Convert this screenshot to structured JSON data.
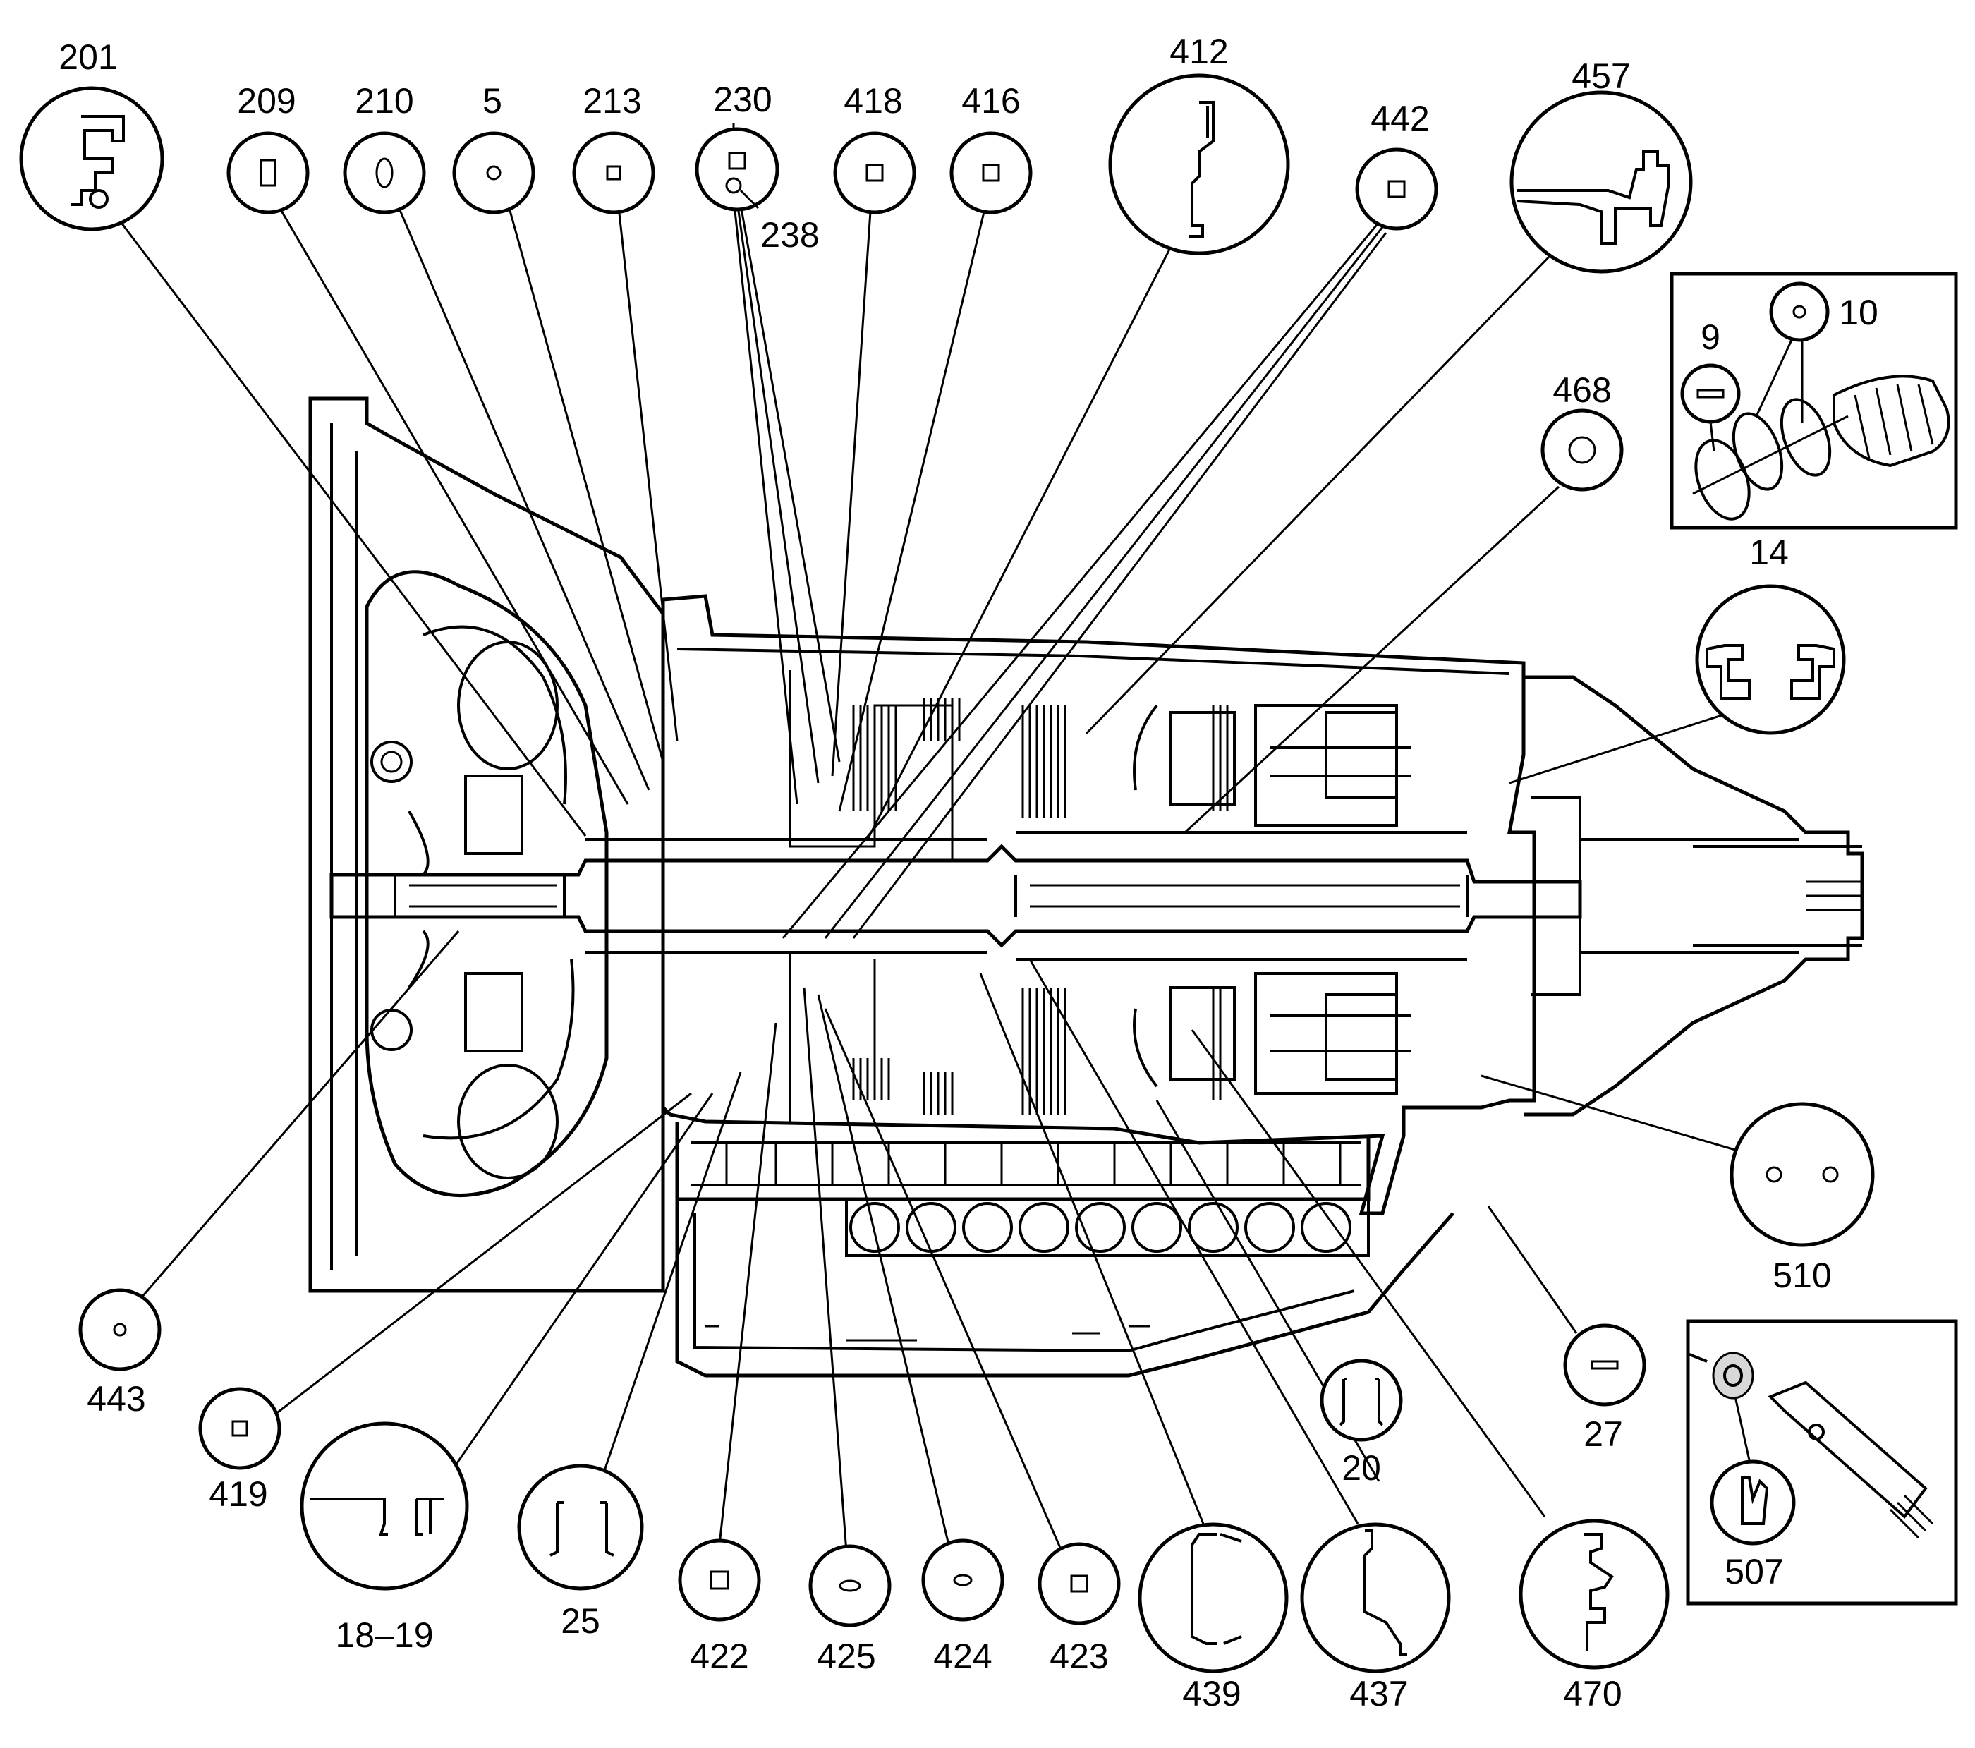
{
  "diagram": {
    "callouts": [
      {
        "id": "c201",
        "label": "201",
        "symbol": "seal-profile"
      },
      {
        "id": "c209",
        "label": "209",
        "symbol": "square"
      },
      {
        "id": "c210",
        "label": "210",
        "symbol": "ellipse"
      },
      {
        "id": "c5",
        "label": "5",
        "symbol": "dot"
      },
      {
        "id": "c213",
        "label": "213",
        "symbol": "square"
      },
      {
        "id": "c230",
        "label": "230",
        "symbol": "square"
      },
      {
        "id": "c238",
        "label": "238",
        "symbol": "dot"
      },
      {
        "id": "c418",
        "label": "418",
        "symbol": "square"
      },
      {
        "id": "c416",
        "label": "416",
        "symbol": "square"
      },
      {
        "id": "c412",
        "label": "412",
        "symbol": "plate-profile"
      },
      {
        "id": "c442",
        "label": "442",
        "symbol": "square"
      },
      {
        "id": "c457",
        "label": "457",
        "symbol": "piston-profile"
      },
      {
        "id": "c468",
        "label": "468",
        "symbol": "washer"
      },
      {
        "id": "c9",
        "label": "9",
        "symbol": "dash"
      },
      {
        "id": "c10",
        "label": "10",
        "symbol": "dot"
      },
      {
        "id": "c14",
        "label": "14",
        "symbol": "seal-pair"
      },
      {
        "id": "c510",
        "label": "510",
        "symbol": "two-dots"
      },
      {
        "id": "c27",
        "label": "27",
        "symbol": "dash"
      },
      {
        "id": "c507",
        "label": "507",
        "symbol": "clip"
      },
      {
        "id": "c443",
        "label": "443",
        "symbol": "dot"
      },
      {
        "id": "c419",
        "label": "419",
        "symbol": "square"
      },
      {
        "id": "c18",
        "label": "18–19",
        "symbol": "seal-pair"
      },
      {
        "id": "c25",
        "label": "25",
        "symbol": "bracket"
      },
      {
        "id": "c422",
        "label": "422",
        "symbol": "square"
      },
      {
        "id": "c425",
        "label": "425",
        "symbol": "ellipse"
      },
      {
        "id": "c424",
        "label": "424",
        "symbol": "ellipse"
      },
      {
        "id": "c423",
        "label": "423",
        "symbol": "square"
      },
      {
        "id": "c439",
        "label": "439",
        "symbol": "plate-profile"
      },
      {
        "id": "c437",
        "label": "437",
        "symbol": "plate-profile"
      },
      {
        "id": "c470",
        "label": "470",
        "symbol": "seal-profile"
      },
      {
        "id": "c20",
        "label": "20",
        "symbol": "bracket"
      }
    ]
  }
}
